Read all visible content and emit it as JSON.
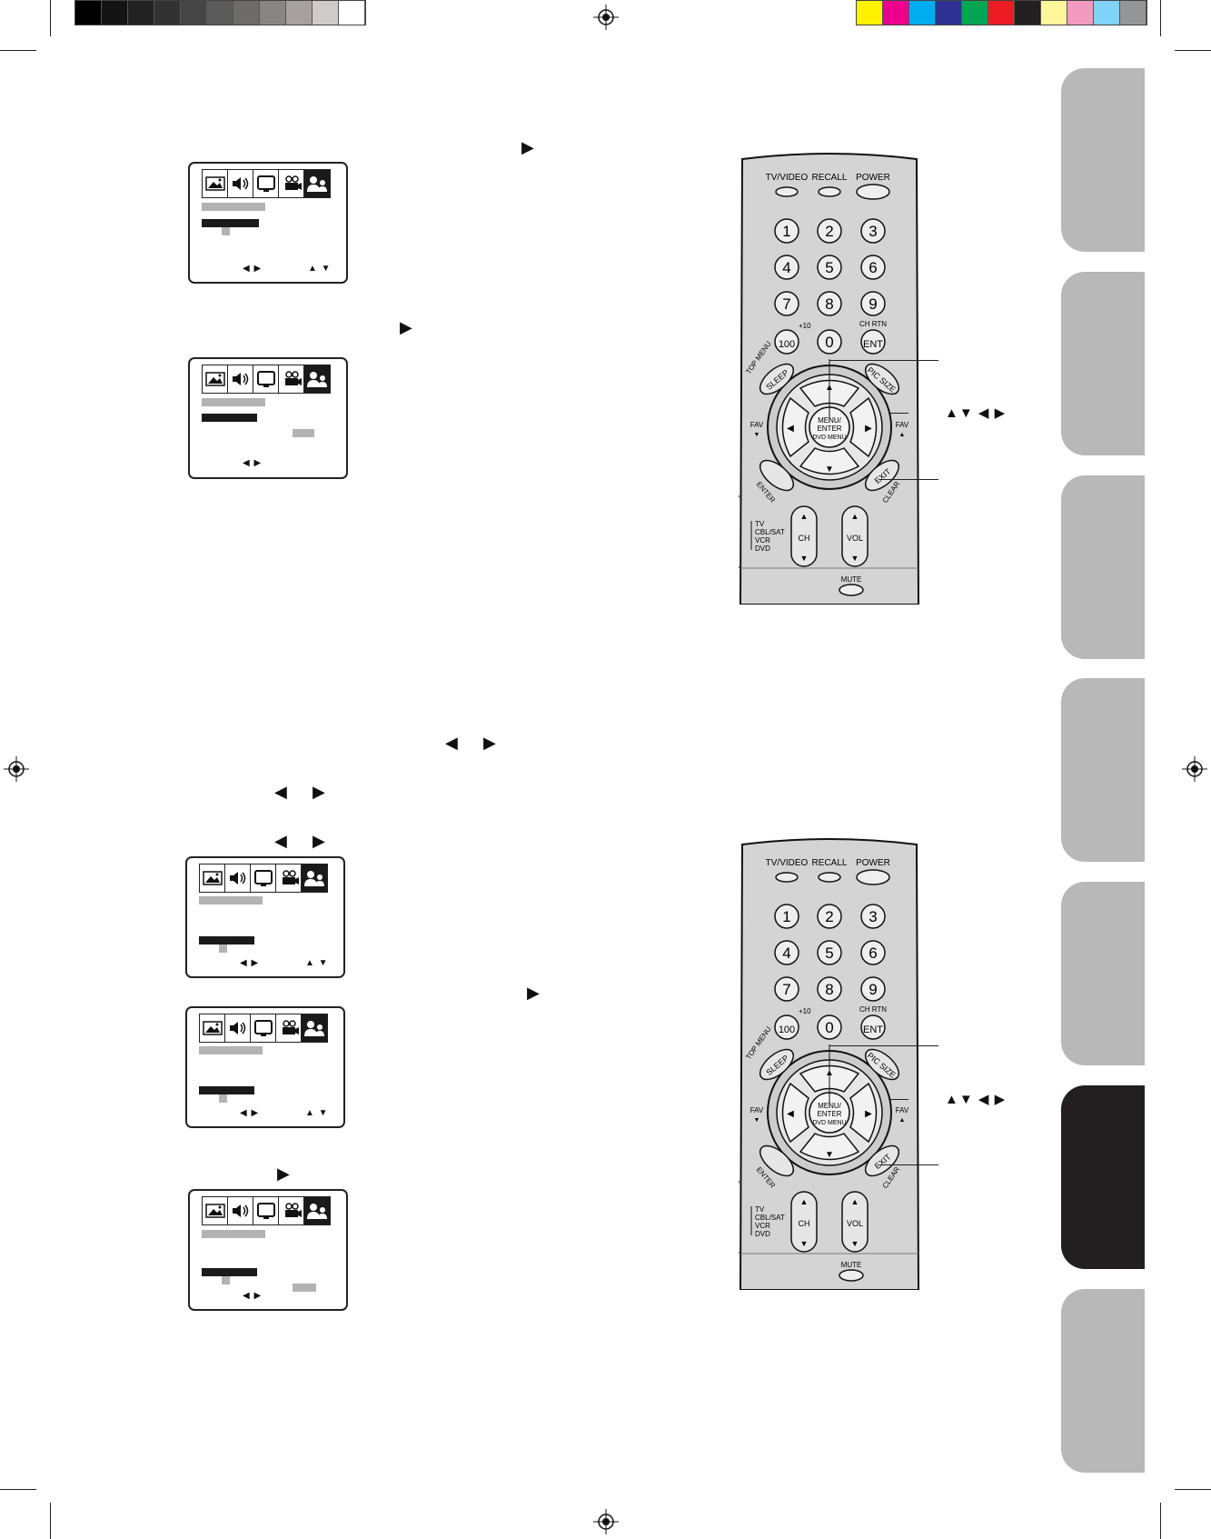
{
  "colors": {
    "grayscale_bar": [
      "#000000",
      "#141414",
      "#222222",
      "#323232",
      "#454545",
      "#5a5a5a",
      "#706b6b",
      "#8a8585",
      "#a6a0a0",
      "#cfcbcb",
      "#ffffff"
    ],
    "color_bar": [
      "#fff200",
      "#ec008c",
      "#00aeef",
      "#2e3192",
      "#00a651",
      "#ed1c24",
      "#231f20",
      "#fff799",
      "#f49ac1",
      "#7fd3f7",
      "#939598"
    ],
    "tab_inactive": "#b8b8b8",
    "tab_active": "#231f20"
  },
  "side_tabs": [
    {
      "state": "inactive"
    },
    {
      "state": "inactive"
    },
    {
      "state": "inactive"
    },
    {
      "state": "inactive"
    },
    {
      "state": "inactive"
    },
    {
      "state": "active"
    },
    {
      "state": "inactive"
    }
  ],
  "glyphs": {
    "right": "▶",
    "left": "◀",
    "lr": "◀ ▶",
    "ud": "▲ ▼",
    "arrows_label": "▲▼ ◀ ▶"
  },
  "menu_icons": [
    "picture-icon",
    "audio-icon",
    "setup-icon",
    "theater-icon",
    "locks-icon"
  ],
  "remote": {
    "top_buttons": [
      "TV/VIDEO",
      "RECALL",
      "POWER"
    ],
    "number_keys": [
      "1",
      "2",
      "3",
      "4",
      "5",
      "6",
      "7",
      "8",
      "9",
      "100",
      "0",
      "ENT"
    ],
    "plus10": "+10",
    "chrtn": "CH RTN",
    "top_menu": "TOP MENU",
    "sleep": "SLEEP",
    "pic_size": "PIC SIZE",
    "menu_enter": [
      "MENU/",
      "ENTER",
      "DVD MENU"
    ],
    "fav": "FAV",
    "enter": "ENTER",
    "exit": "EXIT",
    "clear": "CLEAR",
    "modes": [
      "TV",
      "CBL/SAT",
      "VCR",
      "DVD"
    ],
    "ch": "CH",
    "vol": "VOL",
    "mute": "MUTE"
  }
}
